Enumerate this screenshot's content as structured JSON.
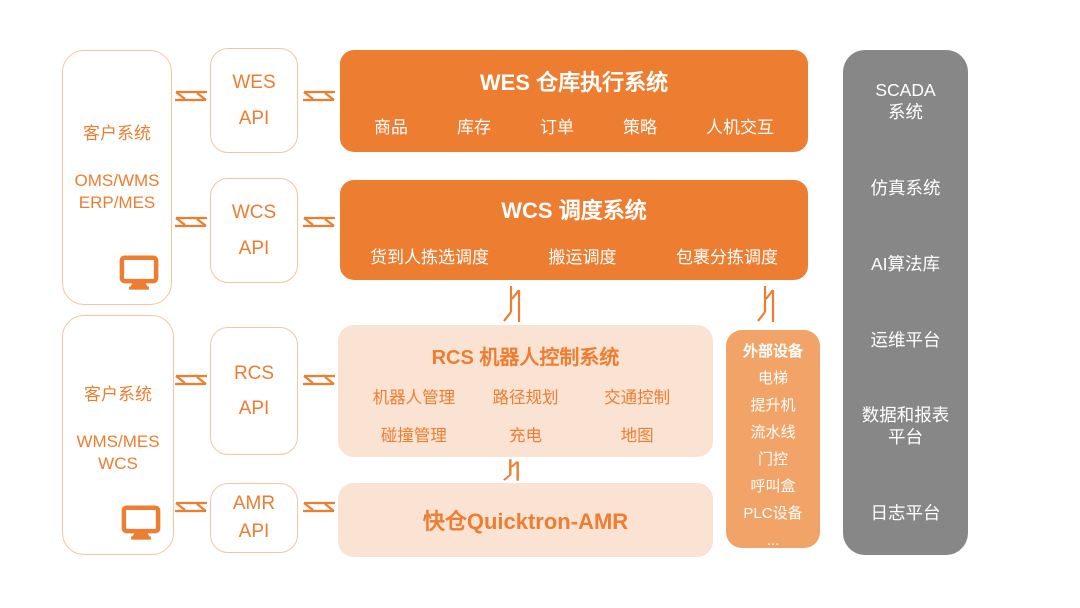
{
  "colors": {
    "accent": "#ED7D31",
    "light_fill": "#FBE3D3",
    "medium_fill": "#F2A468",
    "outline_border": "#F8C49D",
    "gray_fill": "#878787",
    "text_on_dark": "#FFFFFF"
  },
  "client_systems": {
    "box1": {
      "title": "客户系统",
      "systems": "OMS/WMS\nERP/MES"
    },
    "box2": {
      "title": "客户系统",
      "systems": "WMS/MES\nWCS"
    }
  },
  "api_boxes": {
    "wes": "WES\nAPI",
    "wcs": "WCS\nAPI",
    "rcs": "RCS\nAPI",
    "amr": "AMR\nAPI"
  },
  "wes_system": {
    "title": "WES 仓库执行系统",
    "items": [
      "商品",
      "库存",
      "订单",
      "策略",
      "人机交互"
    ]
  },
  "wcs_system": {
    "title": "WCS 调度系统",
    "items": [
      "货到人拣选调度",
      "搬运调度",
      "包裹分拣调度"
    ]
  },
  "rcs_system": {
    "title": "RCS 机器人控制系统",
    "items": [
      "机器人管理",
      "路径规划",
      "交通控制",
      "碰撞管理",
      "充电",
      "地图"
    ]
  },
  "amr_system": {
    "title": "快仓Quicktron-AMR"
  },
  "external_devices": {
    "title": "外部设备",
    "items": [
      "电梯",
      "提升机",
      "流水线",
      "门控",
      "呼叫盒",
      "PLC设备",
      "..."
    ]
  },
  "right_panel": {
    "items": [
      "SCADA\n系统",
      "仿真系统",
      "AI算法库",
      "运维平台",
      "数据和报表\n平台",
      "日志平台"
    ]
  }
}
